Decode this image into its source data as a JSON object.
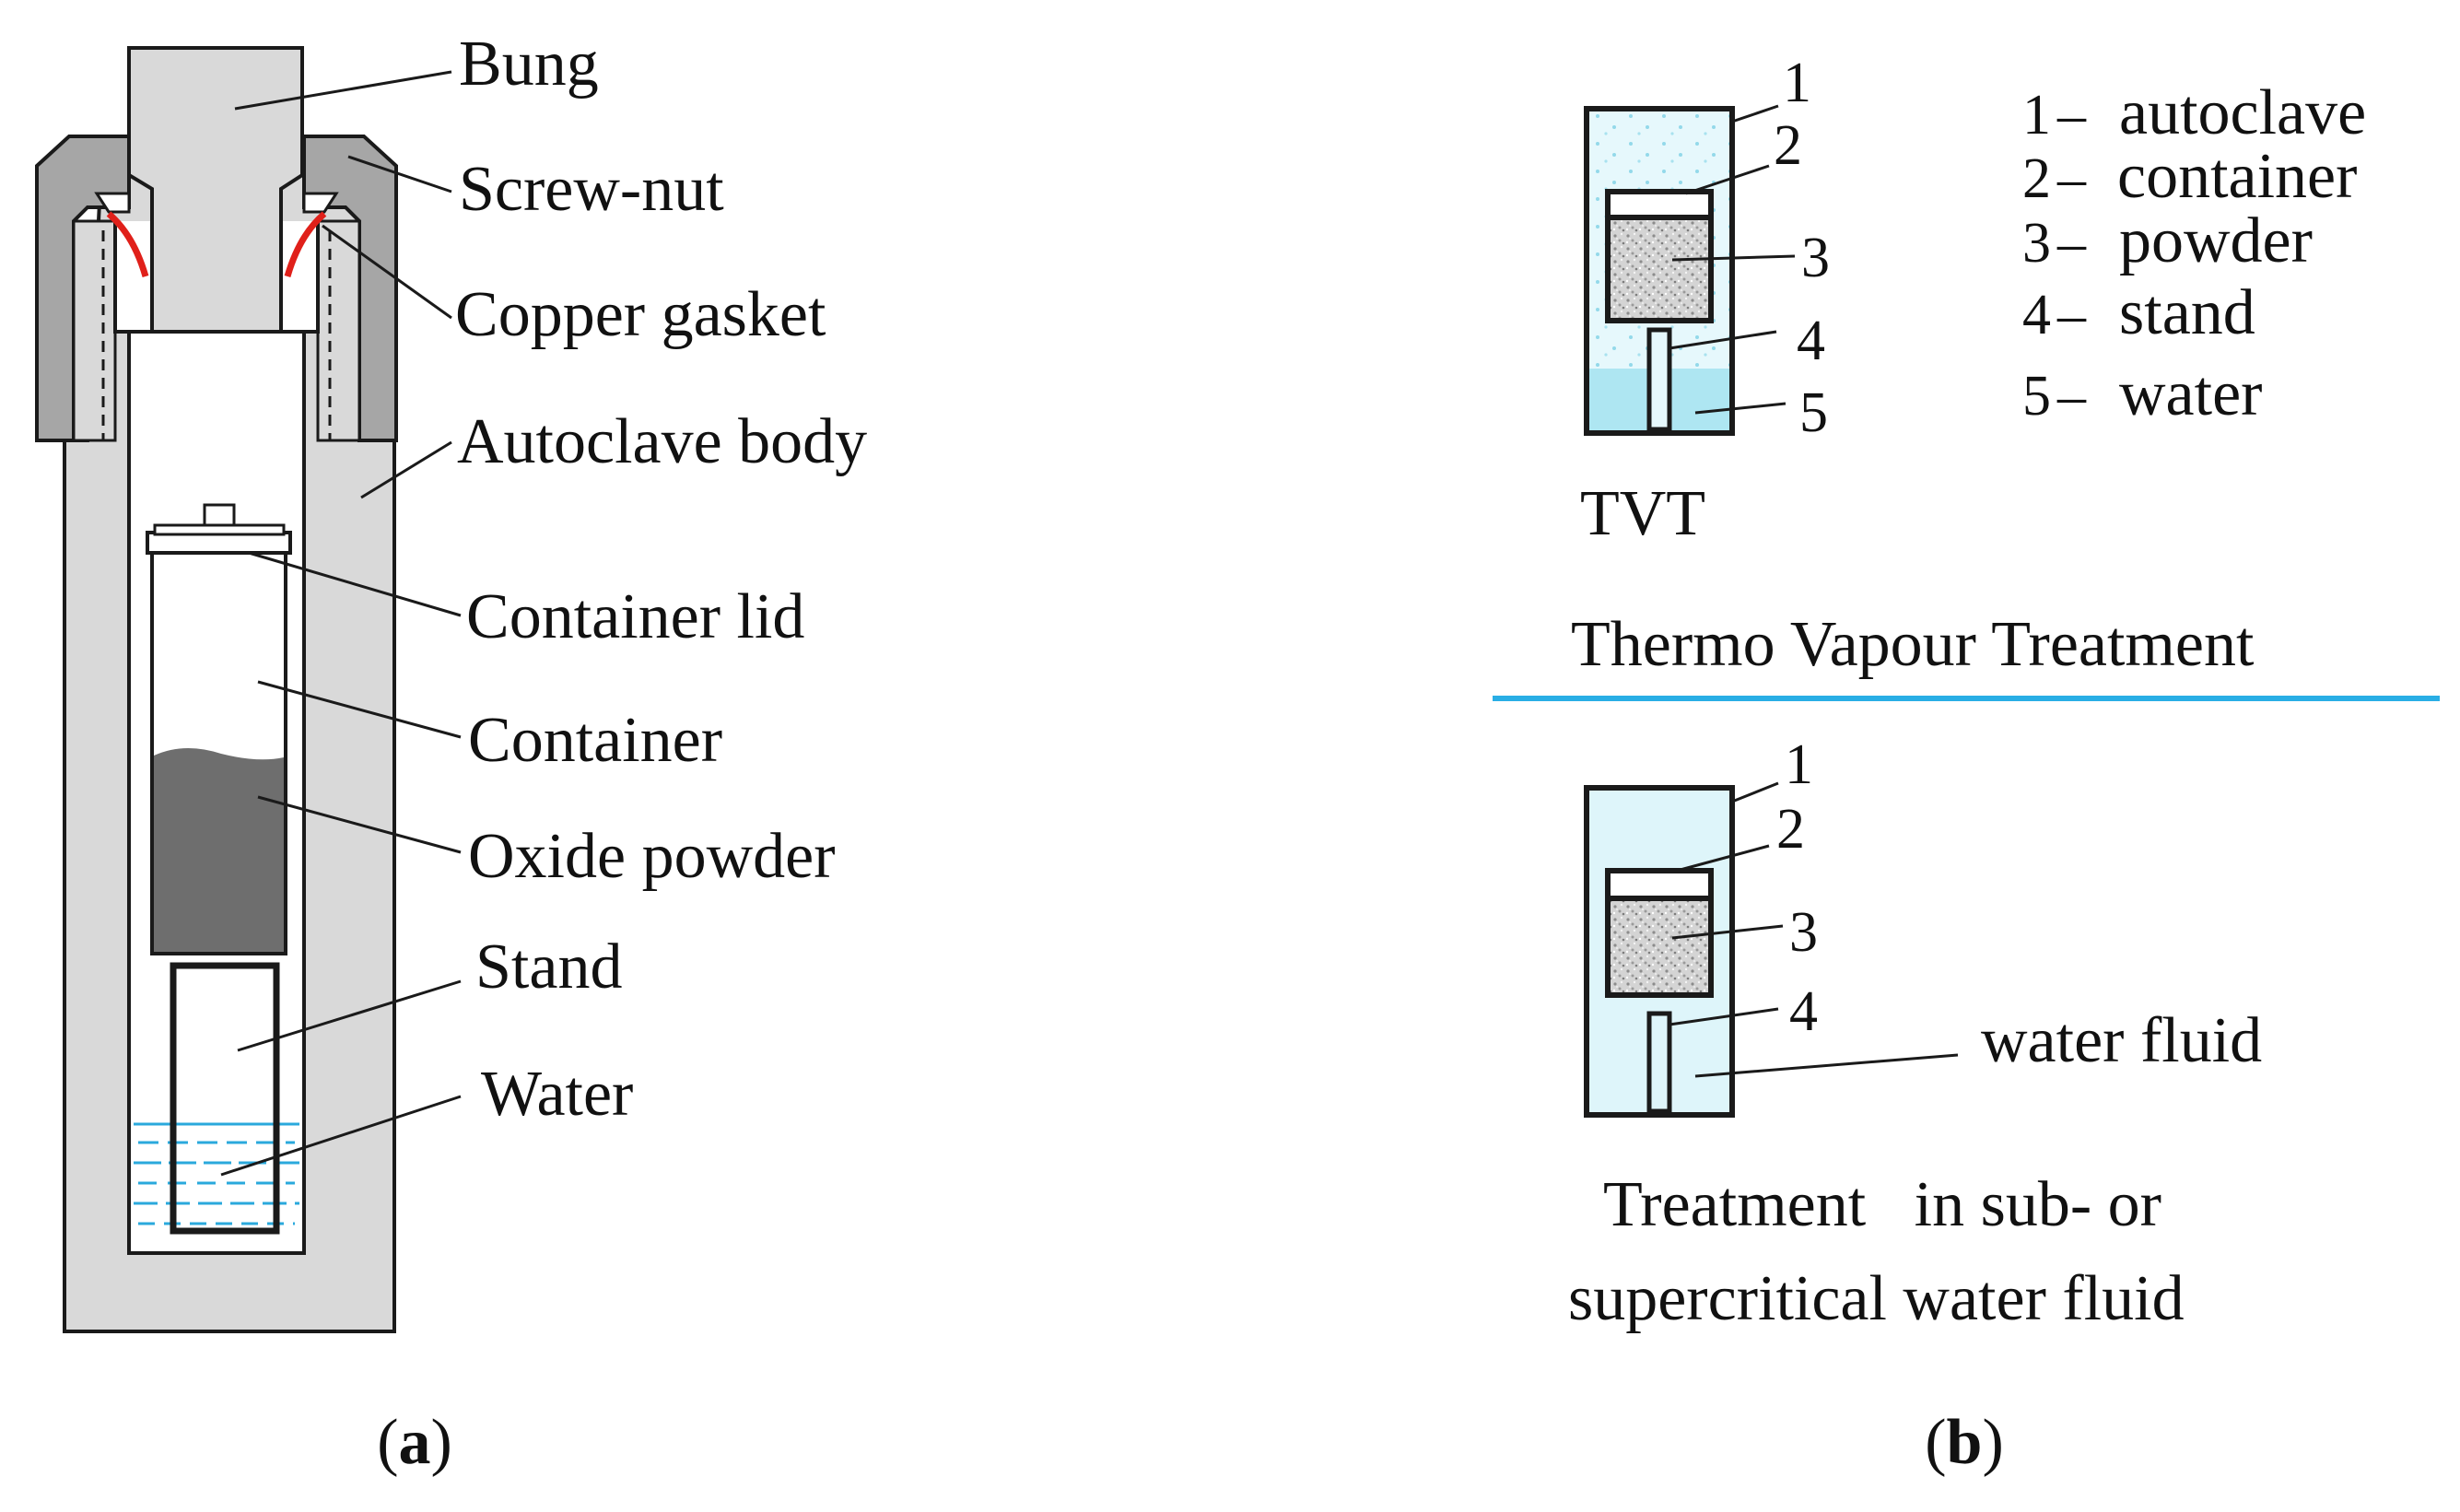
{
  "panel_a": {
    "caption_letter": "a",
    "labels": {
      "bung": "Bung",
      "screw_nut": "Screw-nut",
      "copper_gasket": "Copper gasket",
      "autoclave_body": "Autoclave body",
      "container_lid": "Container lid",
      "container": "Container",
      "oxide_powder": "Oxide powder",
      "stand": "Stand",
      "water": "Water"
    }
  },
  "panel_b": {
    "caption_letter": "b",
    "legend": [
      {
        "num": "1",
        "dash": "–",
        "text": "autoclave"
      },
      {
        "num": "2",
        "dash": "–",
        "text": "container"
      },
      {
        "num": "3",
        "dash": "–",
        "text": "powder"
      },
      {
        "num": "4",
        "dash": "–",
        "text": "stand"
      },
      {
        "num": "5",
        "dash": "–",
        "text": "water"
      }
    ],
    "top": {
      "short_label": "TVT",
      "title": "Thermo Vapour Treatment",
      "callouts": [
        "1",
        "2",
        "3",
        "4",
        "5"
      ]
    },
    "bottom": {
      "callouts": [
        "1",
        "2",
        "3",
        "4"
      ],
      "water_label": "water fluid",
      "title_line1": "Treatment   in sub- or",
      "title_line2": "supercritical water fluid"
    }
  },
  "colors": {
    "body_gray": "#d9d9d9",
    "nut_gray": "#a6a6a6",
    "powder_dark": "#6e6e6e",
    "gasket_red": "#e0201a",
    "water_blue": "#aee6f2",
    "water_line": "#2aa9dc",
    "divider_blue": "#29aee5",
    "light_fill": "#def5fa"
  }
}
